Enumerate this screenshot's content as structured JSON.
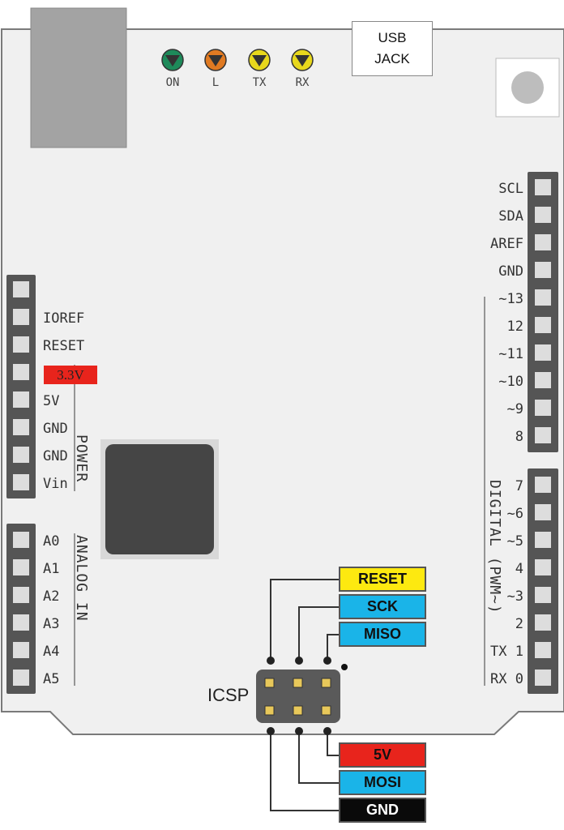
{
  "leds": [
    {
      "label": "ON",
      "color": "#1e8a5a"
    },
    {
      "label": "L",
      "color": "#e07a22"
    },
    {
      "label": "TX",
      "color": "#e8d81c"
    },
    {
      "label": "RX",
      "color": "#e8d81c"
    }
  ],
  "usb_jack": {
    "line1": "USB",
    "line2": "JACK"
  },
  "power_header": {
    "title": "POWER",
    "pins": [
      "IOREF",
      "RESET",
      "3.3V",
      "5V",
      "GND",
      "GND",
      "Vin"
    ],
    "highlight": {
      "label": "3.3V",
      "color": "#e8241c"
    }
  },
  "analog_header": {
    "title": "ANALOG IN",
    "pins": [
      "A0",
      "A1",
      "A2",
      "A3",
      "A4",
      "A5"
    ]
  },
  "digital_header": {
    "title": "DIGITAL (PWM~)",
    "upper_pins": [
      "SCL",
      "SDA",
      "AREF",
      "GND",
      "~13",
      "12",
      "~11",
      "~10",
      "~9",
      "8"
    ],
    "lower_pins": [
      "7",
      "~6",
      "~5",
      "4",
      "~3",
      "2",
      "TX 1",
      "RX 0"
    ]
  },
  "icsp": {
    "label": "ICSP",
    "top_tags": [
      {
        "label": "RESET",
        "bg": "#fde910",
        "fg": "#111111"
      },
      {
        "label": "SCK",
        "bg": "#1ab4e8",
        "fg": "#111111"
      },
      {
        "label": "MISO",
        "bg": "#1ab4e8",
        "fg": "#111111"
      }
    ],
    "bottom_tags": [
      {
        "label": "5V",
        "bg": "#e8241c",
        "fg": "#111111"
      },
      {
        "label": "MOSI",
        "bg": "#1ab4e8",
        "fg": "#111111"
      },
      {
        "label": "GND",
        "bg": "#0a0a0a",
        "fg": "#ffffff"
      }
    ]
  }
}
